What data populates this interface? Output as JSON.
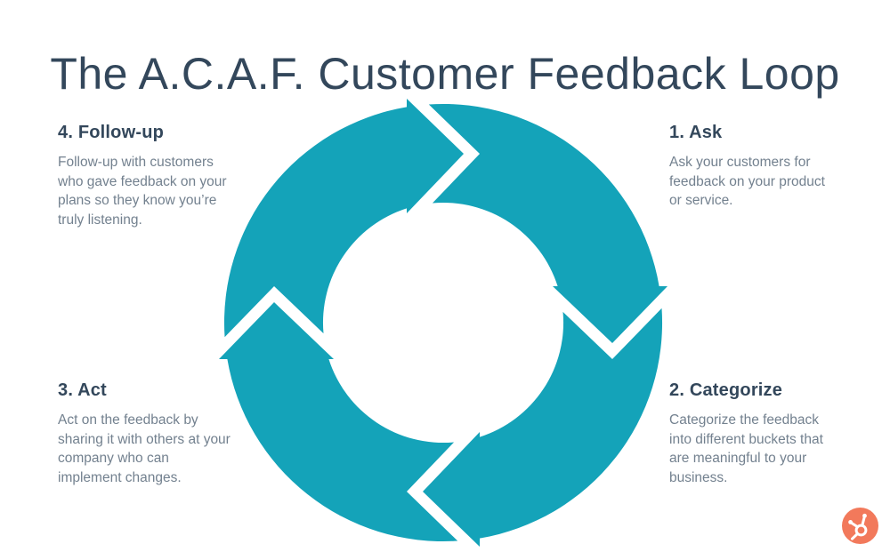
{
  "title": "The A.C.A.F. Customer Feedback Loop",
  "diagram": {
    "type": "cycle",
    "shape": "circular-arrow-loop",
    "direction": "clockwise",
    "segment_count": 4
  },
  "steps": [
    {
      "label": "1. Ask",
      "position": "top-right",
      "description": "Ask your customers for\nfeedback on your product\nor service."
    },
    {
      "label": "2. Categorize",
      "position": "bottom-right",
      "description": "Categorize the feedback\ninto different buckets that\nare meaningful to your\nbusiness."
    },
    {
      "label": "3. Act",
      "position": "bottom-left",
      "description": "Act on the feedback by\nsharing it with others at your\ncompany who can\nimplement changes."
    },
    {
      "label": "4. Follow-up",
      "position": "top-left",
      "description": "Follow-up with customers\nwho gave feedback on your\nplans so they know you’re\ntruly listening."
    }
  ],
  "colors": {
    "loop_teal": "#14a3b9",
    "heading_slate": "#33475b",
    "body_gray": "#73818f",
    "logo_orange": "#f2795b",
    "background": "#ffffff"
  },
  "logo": {
    "name": "hubspot-sprocket"
  }
}
